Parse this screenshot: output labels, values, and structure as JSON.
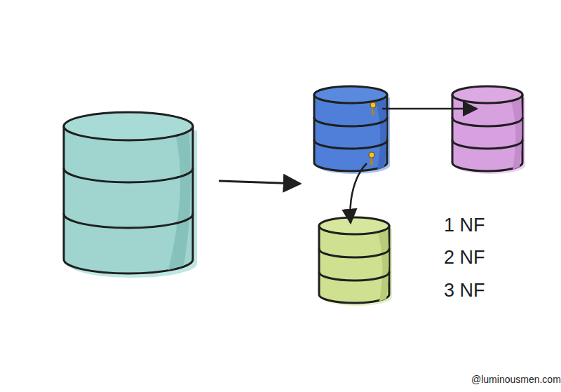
{
  "diagram": {
    "labels": [
      "1 NF",
      "2 NF",
      "3 NF",
      "@luminousmen.com"
    ]
  }
}
